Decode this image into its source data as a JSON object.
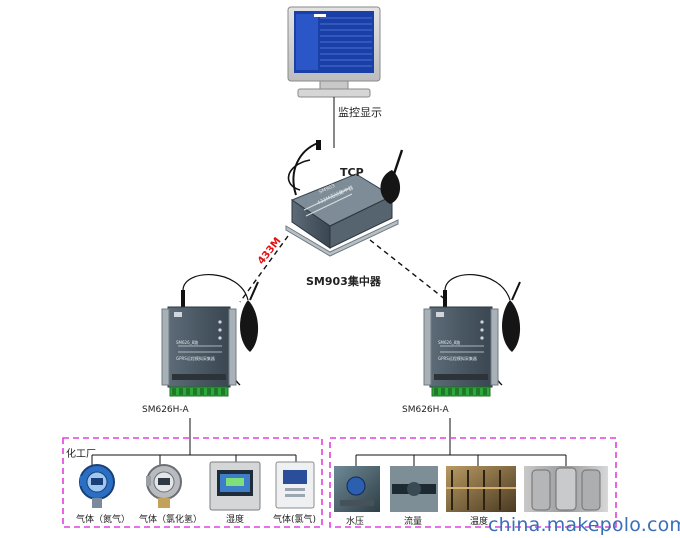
{
  "monitor": {
    "label": "监控显示"
  },
  "concentrator": {
    "label": "SM903集中器",
    "protocol": "TCP",
    "device_text": [
      "SM903",
      "433M无线集中器"
    ]
  },
  "links": {
    "radio": "433M"
  },
  "collectors": [
    {
      "label": "SM626H-A",
      "device_text": [
        "SM626_8路",
        "GPRS远程模拟采集器"
      ]
    },
    {
      "label": "SM626H-A",
      "device_text": [
        "SM626_8路",
        "GPRS远程模拟采集器"
      ]
    }
  ],
  "left_group": {
    "title": "化工厂",
    "items": [
      {
        "label": "气体（氮气）",
        "icon": "gas-detector-icon"
      },
      {
        "label": "气体（氯化氢）",
        "icon": "gas-detector-icon"
      },
      {
        "label": "湿度",
        "icon": "humidity-meter-icon"
      },
      {
        "label": "气体(氯气)",
        "icon": "gas-alarm-icon"
      }
    ]
  },
  "right_group": {
    "items": [
      {
        "label": "水压"
      },
      {
        "label": "流量"
      },
      {
        "label": "温度"
      },
      {
        "label": ""
      }
    ]
  },
  "watermark": "china.makepolo.com",
  "colors": {
    "group_border": "#e040e0",
    "radio_label": "#e01010",
    "watermark": "#3a6fb8"
  }
}
